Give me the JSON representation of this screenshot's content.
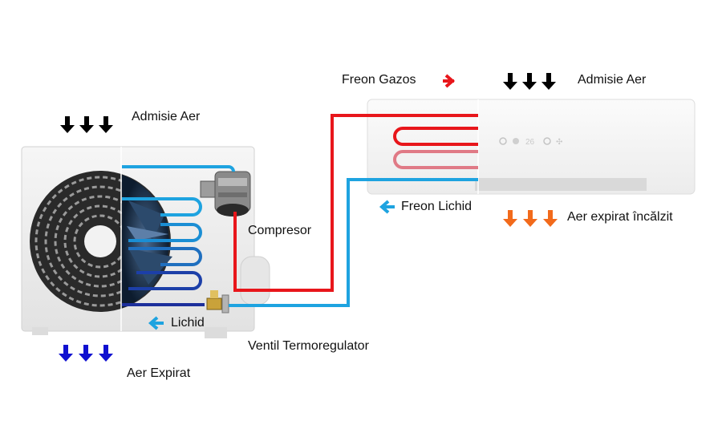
{
  "diagram": {
    "outdoor_unit": {
      "label_air_intake": "Admisie Aer",
      "label_air_exhaust": "Aer Expirat",
      "label_compressor": "Compresor",
      "label_liquid": "Lichid",
      "label_valve": "Ventil Termoregulator"
    },
    "indoor_unit": {
      "label_gas_freon": "Freon Gazos",
      "label_liquid_freon": "Freon Lichid",
      "label_air_intake": "Admisie Aer",
      "label_air_exhaust_heated": "Aer expirat încălzit",
      "control_icons": [
        "power-icon",
        "moon-icon",
        "temperature-display",
        "timer-icon",
        "fan-icon"
      ],
      "display_value": "26"
    },
    "colors": {
      "hot_pipe": "#e8161b",
      "cold_pipe": "#1ea3e0",
      "dark_coil": "#1c2f9c",
      "intake_arrow": "#000000",
      "outdoor_exhaust_arrow": "#1010d0",
      "indoor_exhaust_arrow": "#f26a1b"
    }
  }
}
